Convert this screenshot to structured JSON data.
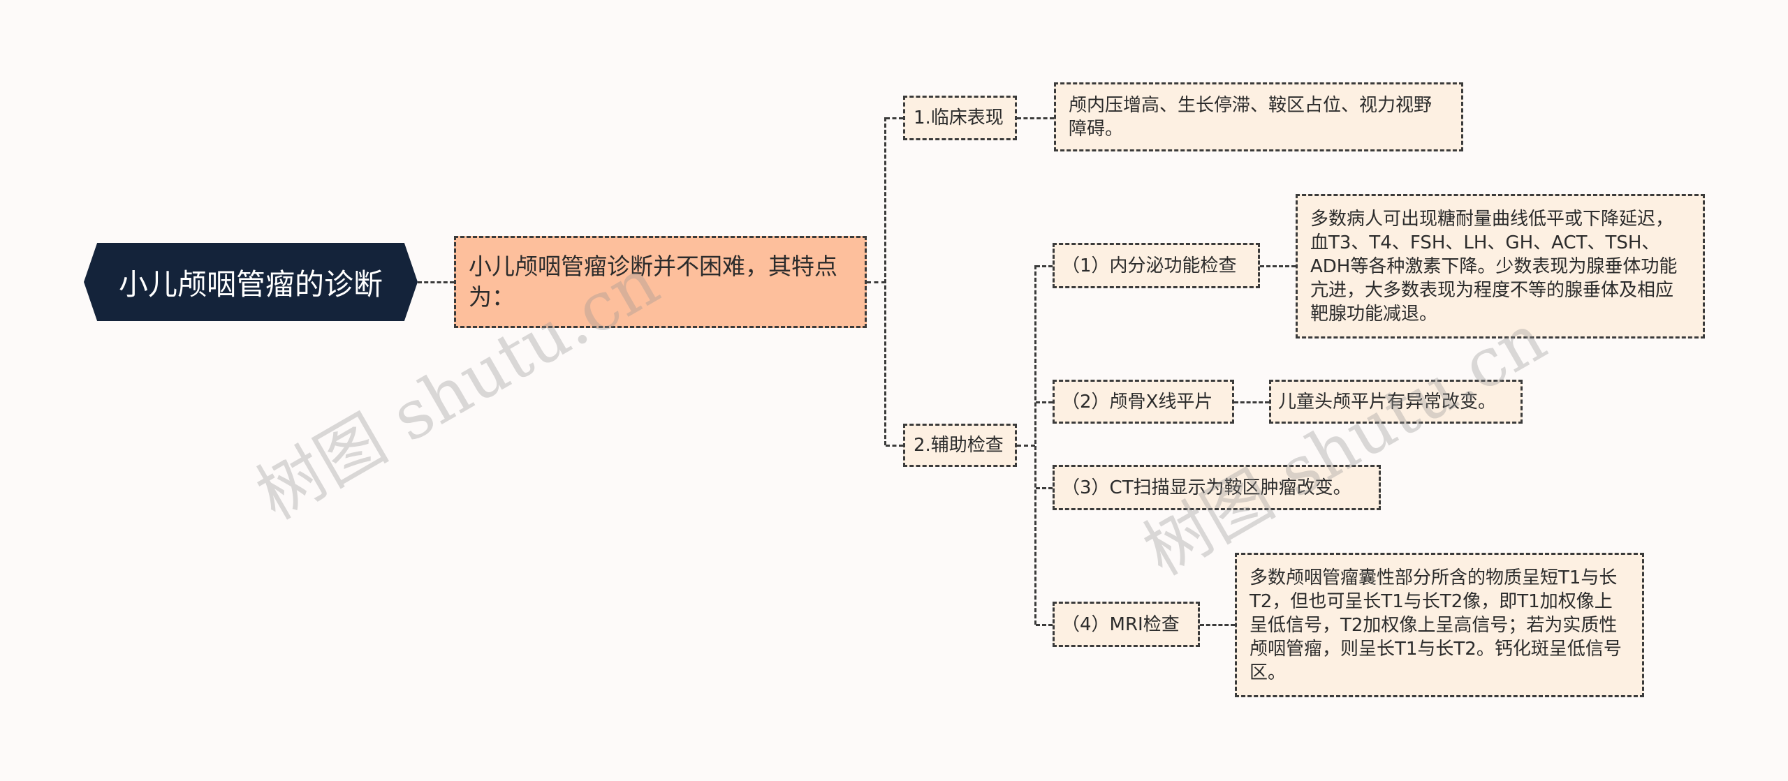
{
  "root": {
    "title": "小儿颅咽管瘤的诊断"
  },
  "main": {
    "text": "小儿颅咽管瘤诊断并不困难，其特点为："
  },
  "branches": [
    {
      "label": "1.临床表现",
      "detail": "颅内压增高、生长停滞、鞍区占位、视力视野障碍。"
    },
    {
      "label": "2.辅助检查",
      "children": [
        {
          "label": "（1）内分泌功能检查",
          "detail": "多数病人可出现糖耐量曲线低平或下降延迟，血T3、T4、FSH、LH、GH、ACT、TSH、ADH等各种激素下降。少数表现为腺垂体功能亢进，大多数表现为程度不等的腺垂体及相应靶腺功能减退。"
        },
        {
          "label": "（2）颅骨X线平片",
          "detail": "儿童头颅平片有异常改变。"
        },
        {
          "label": "（3）CT扫描显示为鞍区肿瘤改变。"
        },
        {
          "label": "（4）MRI检查",
          "detail": "多数颅咽管瘤囊性部分所含的物质呈短T1与长T2，但也可呈长T1与长T2像，即T1加权像上呈低信号，T2加权像上呈高信号；若为实质性颅咽管瘤，则呈长T1与长T2。钙化斑呈低信号区。"
        }
      ]
    }
  ],
  "watermark": "树图 shutu.cn"
}
